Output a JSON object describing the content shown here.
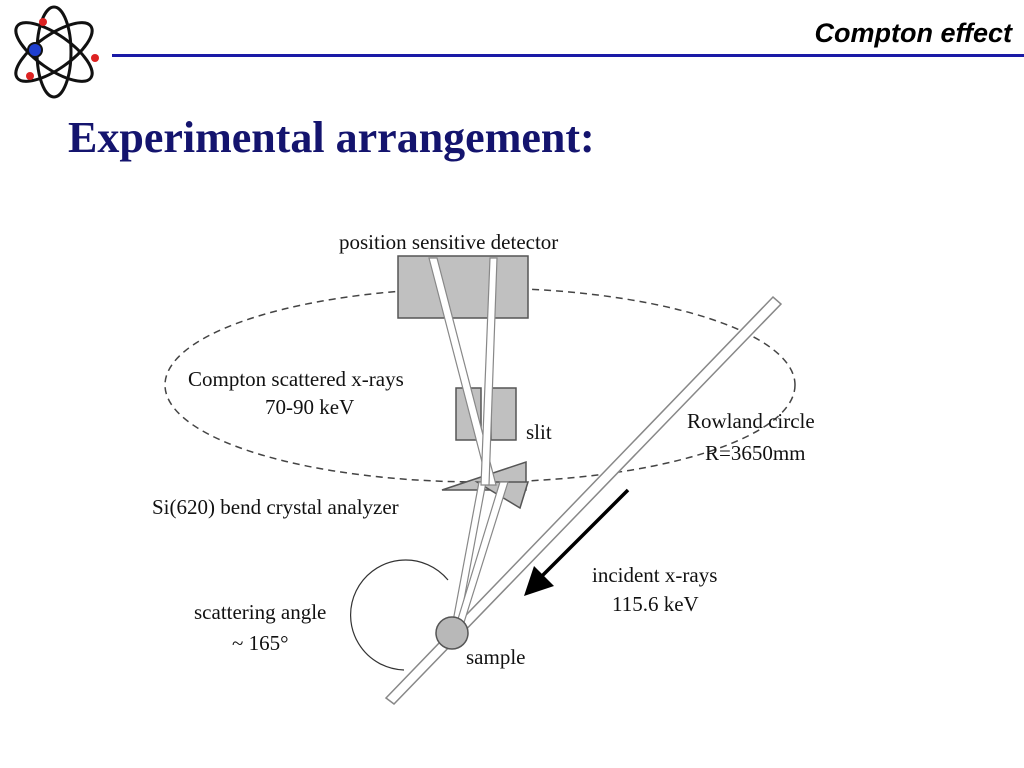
{
  "header": {
    "title": "Compton effect",
    "logo_icon": "atom-icon",
    "rule_color": "#1a1aa6"
  },
  "slide": {
    "title": "Experimental arrangement:",
    "title_color": "#14146e"
  },
  "diagram": {
    "labels": {
      "detector": "position sensitive detector",
      "scattered_line1": "Compton scattered x-rays",
      "scattered_line2": "70-90 keV",
      "slit": "slit",
      "rowland_line1": "Rowland circle",
      "rowland_line2": "R=3650mm",
      "analyzer": "Si(620) bend crystal analyzer",
      "incident_line1": "incident x-rays",
      "incident_line2": "115.6 keV",
      "angle_line1": "scattering angle",
      "angle_line2": "~ 165°",
      "sample": "sample"
    },
    "colors": {
      "component_fill": "#c0c0c0",
      "outline": "#555555",
      "beam": "#888888",
      "arrow": "#000000"
    }
  }
}
